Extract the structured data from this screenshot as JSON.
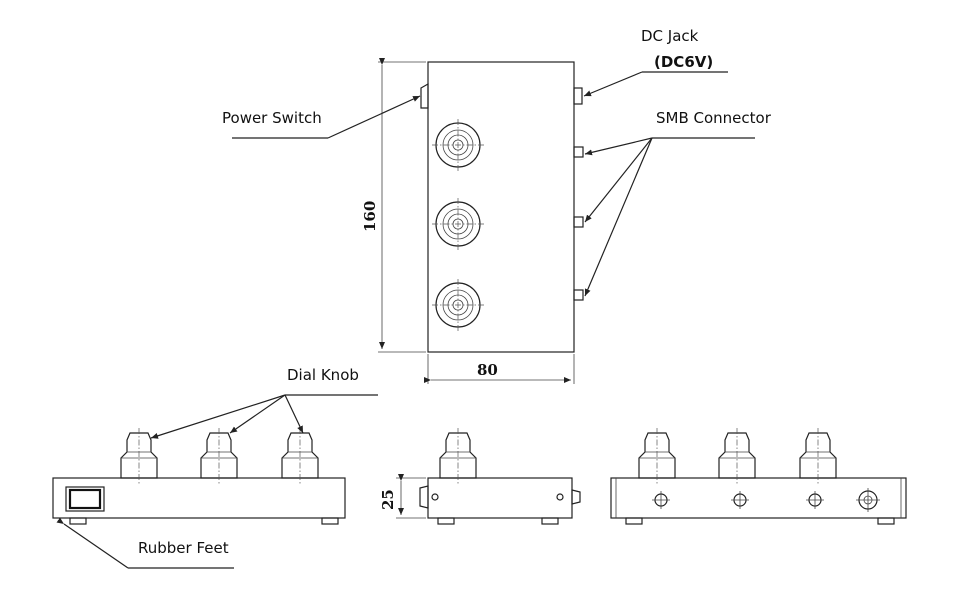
{
  "labels": {
    "dc_jack": "DC Jack",
    "dc_voltage": "(DC6V)",
    "power_switch": "Power Switch",
    "smb_connector": "SMB Connector",
    "dial_knob": "Dial Knob",
    "rubber_feet": "Rubber Feet"
  },
  "dimensions": {
    "height": "160",
    "width": "80",
    "depth": "25"
  }
}
